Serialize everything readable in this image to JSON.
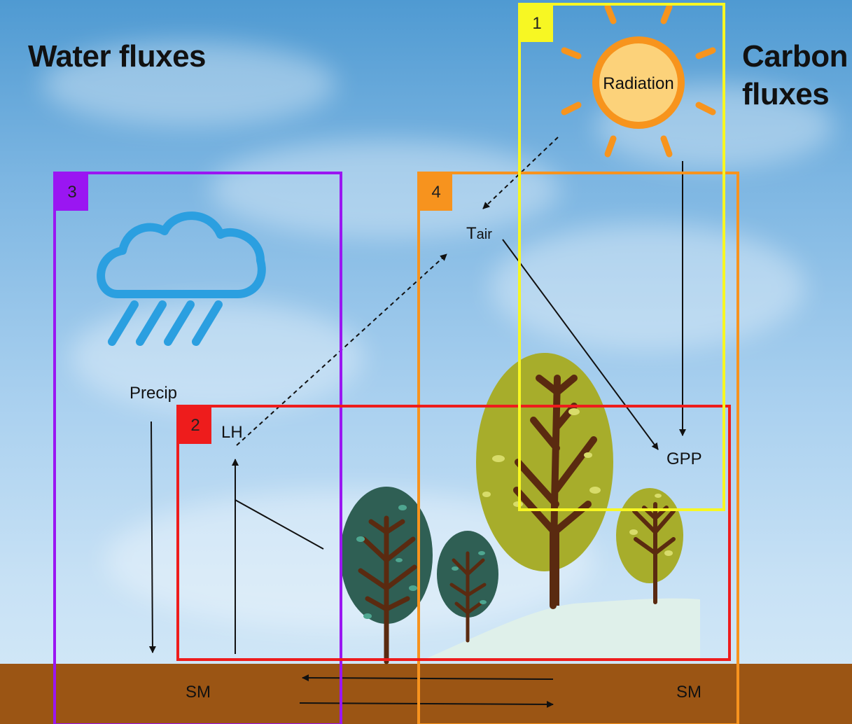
{
  "titles": {
    "water": "Water fluxes",
    "carbon_line1": "Carbon",
    "carbon_line2": "fluxes"
  },
  "sun": {
    "label": "Radiation",
    "color": "#f7941d",
    "core_color": "#fcd27a"
  },
  "boxes": [
    {
      "id": "1",
      "color": "#f7f723"
    },
    {
      "id": "2",
      "color": "#ee1c1c"
    },
    {
      "id": "3",
      "color": "#9a16f2"
    },
    {
      "id": "4",
      "color": "#f7931e"
    }
  ],
  "labels": {
    "tair_main": "T",
    "tair_sub": "air",
    "gpp": "GPP",
    "lh": "LH",
    "precip": "Precip",
    "sm_left": "SM",
    "sm_right": "SM"
  },
  "colors": {
    "rain_icon": "#2b9fe0",
    "ground": "#9b5514",
    "dark_tree": "#2f5f54",
    "light_tree": "#a7ad2b",
    "trunk": "#5a2a10"
  },
  "icons": [
    "rain-cloud-icon",
    "sun-icon",
    "tree-icon"
  ]
}
